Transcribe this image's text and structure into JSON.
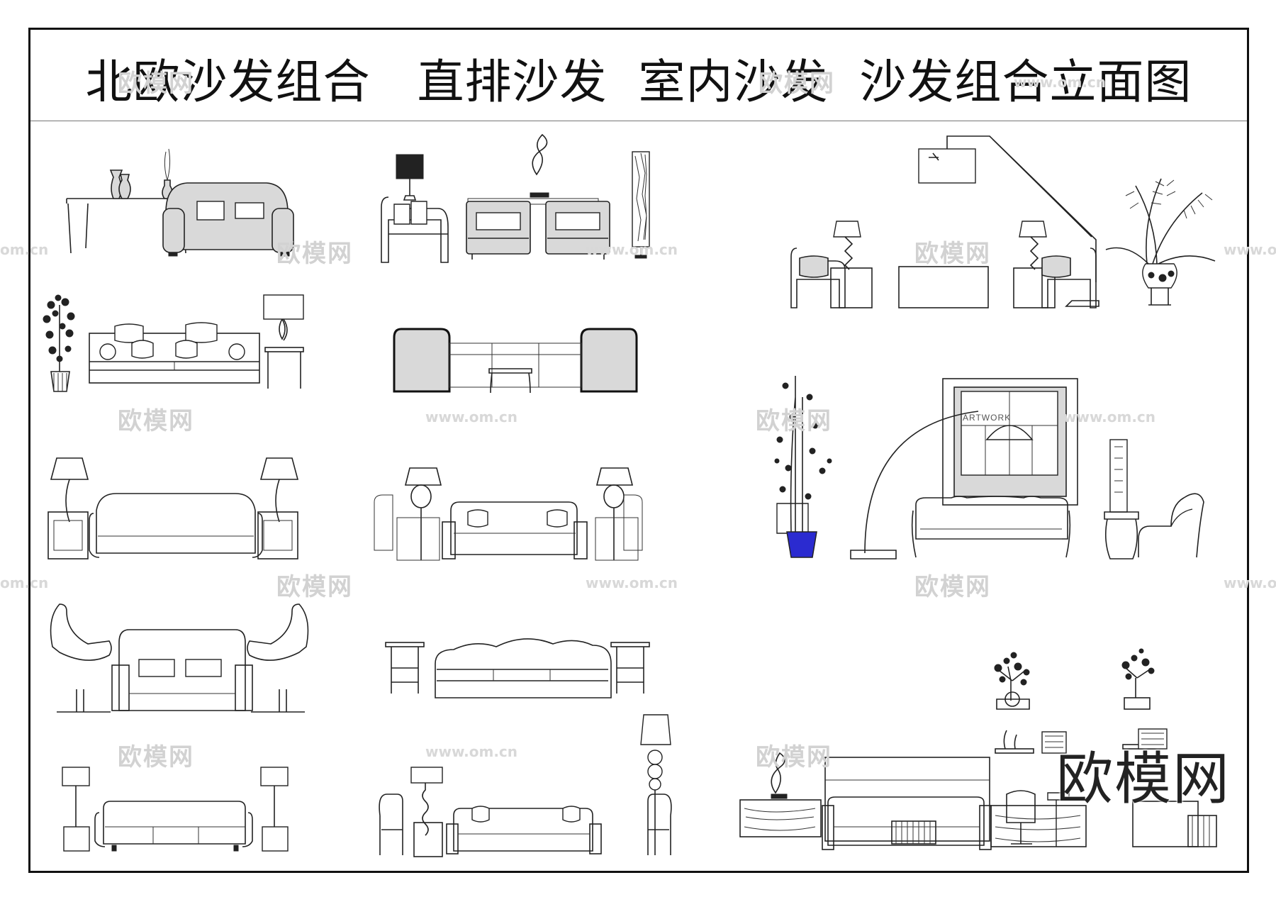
{
  "title": "北欧沙发组合   直排沙发  室内沙发  沙发组合立面图",
  "artwork_label": "ARTWORK",
  "brand": "欧模网",
  "watermark": {
    "text": "欧模网",
    "url": "www.om.cn",
    "url_fragment_left": "om.cn",
    "url_fragment_right": "www.o"
  },
  "colors": {
    "line": "#222222",
    "sofa_fill": "#d9d9d9",
    "vase_blue": "#2b2bd0",
    "frame": "#111111"
  }
}
